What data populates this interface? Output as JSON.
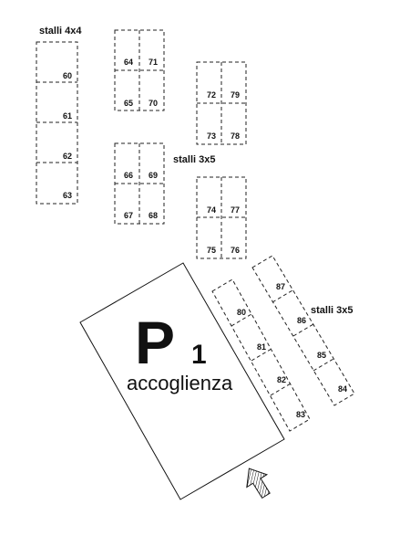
{
  "labels": {
    "stalli_4x4": "stalli 4x4",
    "stalli_3x5_a": "stalli 3x5",
    "stalli_3x5_b": "stalli 3x5",
    "parking_letter": "P",
    "parking_number": "1",
    "parking_name": "accoglienza"
  },
  "stalls": {
    "s60": "60",
    "s61": "61",
    "s62": "62",
    "s63": "63",
    "s64": "64",
    "s71": "71",
    "s65": "65",
    "s70": "70",
    "s66": "66",
    "s69": "69",
    "s67": "67",
    "s68": "68",
    "s72": "72",
    "s79": "79",
    "s73": "73",
    "s78": "78",
    "s74": "74",
    "s77": "77",
    "s75": "75",
    "s76": "76",
    "s80": "80",
    "s81": "81",
    "s82": "82",
    "s83": "83",
    "s87": "87",
    "s86": "86",
    "s85": "85",
    "s84": "84"
  },
  "icons": {
    "entrance": "entrance-arrow-icon"
  },
  "colors": {
    "ink": "#111111",
    "background": "#ffffff"
  }
}
